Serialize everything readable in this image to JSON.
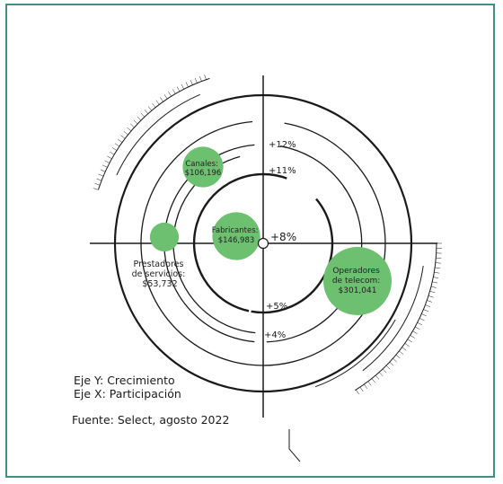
{
  "chart_data": {
    "type": "bubble",
    "rings": [
      {
        "label": "+12%",
        "key": "r12"
      },
      {
        "label": "+11%",
        "key": "r11"
      },
      {
        "label": "+8%",
        "key": "r8"
      },
      {
        "label": "+5%",
        "key": "r5"
      },
      {
        "label": "+4%",
        "key": "r4"
      }
    ],
    "bubbles": [
      {
        "id": "canales",
        "lines": [
          "Canales:",
          "$106,196"
        ],
        "value": 106196,
        "label_inside": true
      },
      {
        "id": "fabricantes",
        "lines": [
          "Fabricantes:",
          "$146,983"
        ],
        "value": 146983,
        "label_inside": true
      },
      {
        "id": "prestadores",
        "lines": [
          "Prestadores",
          "de servicios:",
          "$53,732"
        ],
        "value": 53732,
        "label_inside": false
      },
      {
        "id": "operadores",
        "lines": [
          "Operadores",
          "de telecom:",
          "$301,041"
        ],
        "value": 301041,
        "label_inside": true
      }
    ],
    "axis_y_label": "Eje Y: Crecimiento",
    "axis_x_label": "Eje X: Participación",
    "source": "Fuente: Select, agosto 2022",
    "colors": {
      "bubble": "#6cc070",
      "frame": "#3e8f86",
      "lines": "#1a1a1a"
    }
  }
}
